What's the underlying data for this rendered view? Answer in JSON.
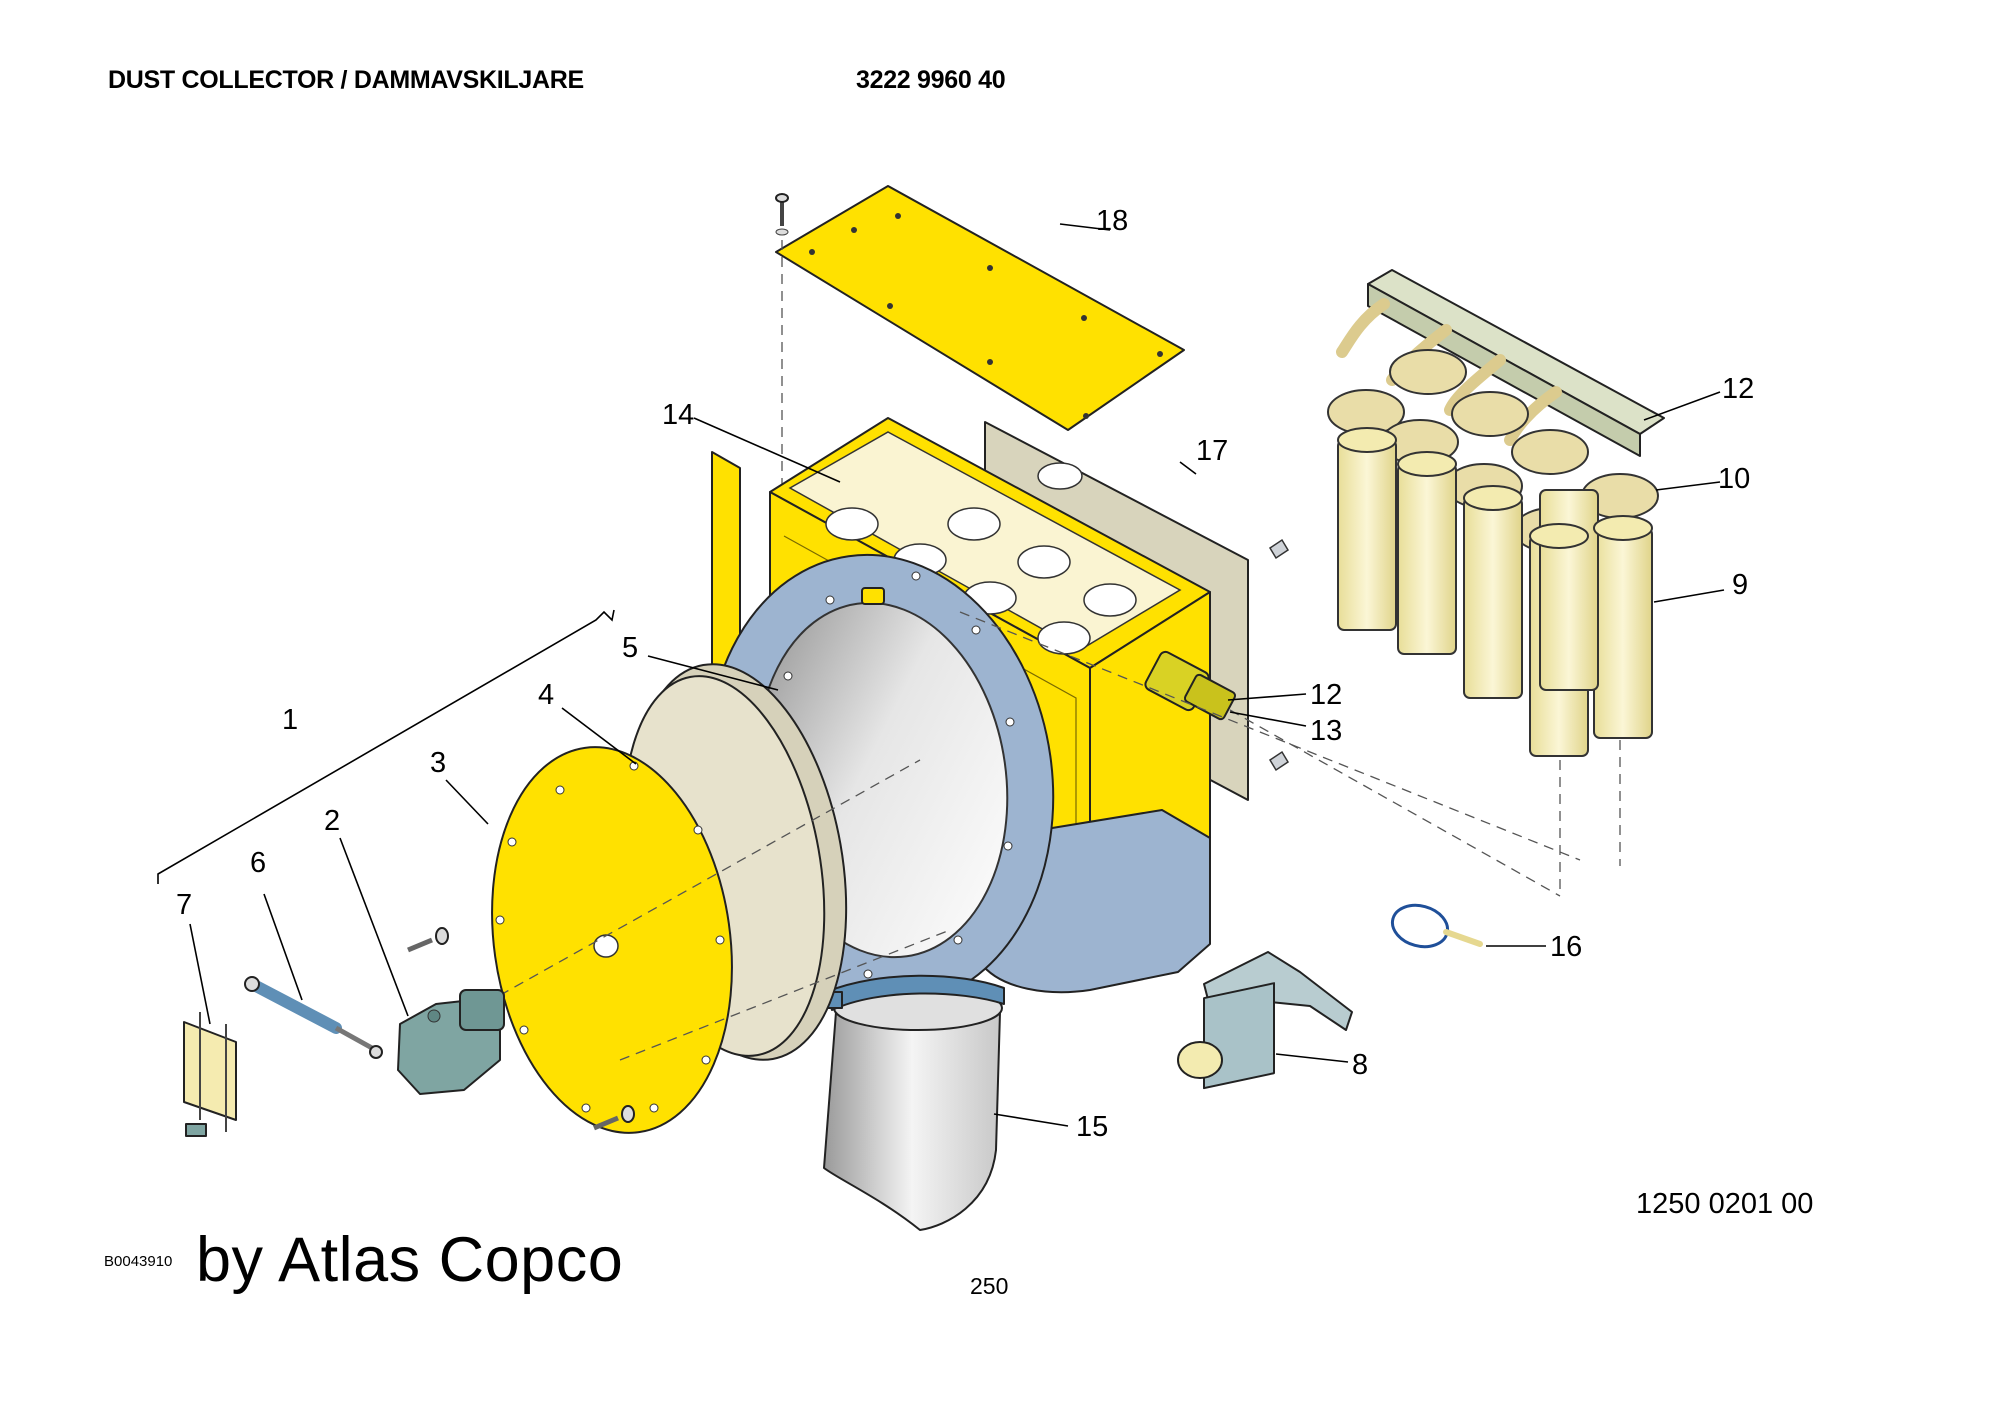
{
  "header": {
    "title": "DUST COLLECTOR / DAMMAVSKILJARE",
    "part_number": "3222 9960 40"
  },
  "callouts": [
    {
      "id": "c1",
      "label": "1"
    },
    {
      "id": "c2",
      "label": "2"
    },
    {
      "id": "c3",
      "label": "3"
    },
    {
      "id": "c4",
      "label": "4"
    },
    {
      "id": "c5",
      "label": "5"
    },
    {
      "id": "c6",
      "label": "6"
    },
    {
      "id": "c7",
      "label": "7"
    },
    {
      "id": "c8",
      "label": "8"
    },
    {
      "id": "c9",
      "label": "9"
    },
    {
      "id": "c10",
      "label": "10"
    },
    {
      "id": "c12a",
      "label": "12"
    },
    {
      "id": "c12b",
      "label": "12"
    },
    {
      "id": "c13",
      "label": "13"
    },
    {
      "id": "c14",
      "label": "14"
    },
    {
      "id": "c15",
      "label": "15"
    },
    {
      "id": "c16",
      "label": "16"
    },
    {
      "id": "c17",
      "label": "17"
    },
    {
      "id": "c18",
      "label": "18"
    }
  ],
  "footer": {
    "reference_code": "1250 0201 00",
    "image_id": "B0043910",
    "brand": "by Atlas Copco",
    "page_number": "250"
  },
  "colors": {
    "housing_yellow": "#FFE100",
    "inlet_blue": "#9DB4D0",
    "filter_cream": "#F3EBB0",
    "valve_green": "#7FA5A2",
    "plate_beige": "#E7E2CC"
  }
}
